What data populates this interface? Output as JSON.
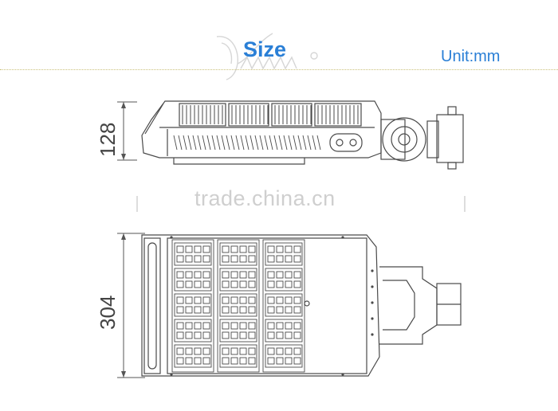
{
  "header": {
    "title": "Size",
    "unit": "Unit:mm"
  },
  "watermark": "trade.china.cn",
  "dimensions": {
    "height": "128",
    "width": "304"
  },
  "colors": {
    "accent": "#2a7fd6",
    "line": "#4a4a4a",
    "watermark": "#cfcfcf"
  }
}
